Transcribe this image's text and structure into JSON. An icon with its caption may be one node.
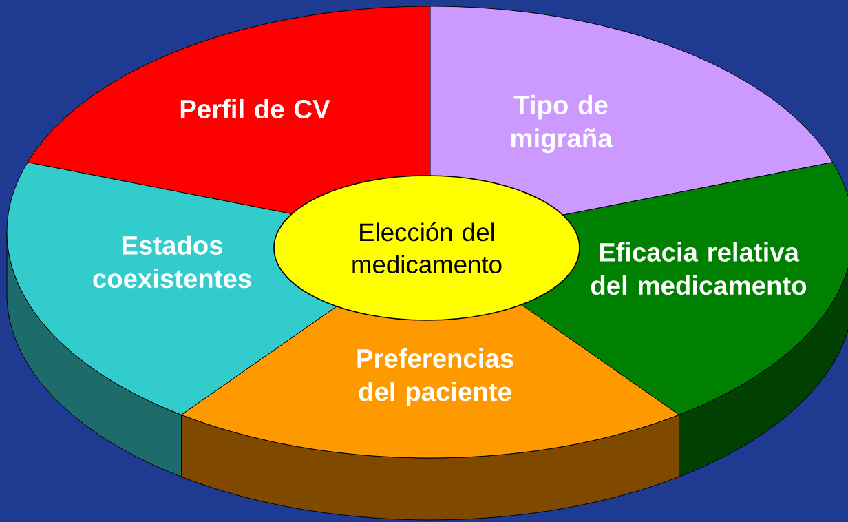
{
  "diagram": {
    "nodes": [
      {
        "text": [
          "Perfil de CV"
        ]
      },
      {
        "text": [
          "Tipo de migraña"
        ]
      },
      {
        "text": [
          "Eficacia relativa del medicamento"
        ]
      },
      {
        "text": [
          "Preferencias del paciente"
        ]
      },
      {
        "text": [
          "Estados coexistentes"
        ]
      },
      {
        "text": [
          "Elección del medicamento"
        ]
      }
    ]
  }
}
